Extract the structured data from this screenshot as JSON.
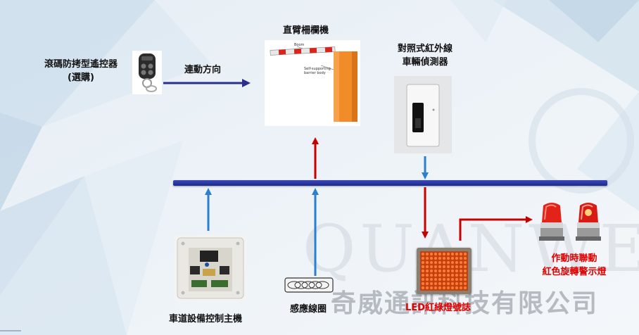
{
  "labels": {
    "remote": "滾碼防拷型遙控器",
    "remote_optional": "(選購)",
    "direction": "連動方向",
    "barrier": "直臂柵欄機",
    "sensor_line1": "對照式紅外線",
    "sensor_line2": "車輛偵測器",
    "controller": "車道設備控制主機",
    "loop": "感應線圈",
    "led_sign": "LED紅綠燈號誌",
    "warning_line1": "作動時聯動",
    "warning_line2": "紅色旋轉警示燈"
  },
  "barrier_photo": {
    "boom_label": "Boom",
    "body_label_line1": "Self-supporting",
    "body_label_line2": "barrier body"
  },
  "watermark": {
    "english": "QUANWEI",
    "chinese": "奇威通訊科技有限公司"
  },
  "colors": {
    "bus_bar": "#2a36a6",
    "arrow_blue": "#2a7fd0",
    "arrow_red": "#c80000",
    "arrow_navy": "#2b2f8c",
    "text_red": "#e00000"
  }
}
